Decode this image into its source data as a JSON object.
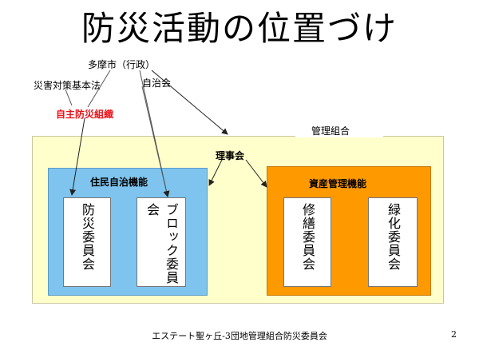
{
  "title": "防災活動の位置づけ",
  "labels": {
    "tama_city": "多摩市（行政）",
    "saigai_law": "災害対策基本法",
    "jichikai": "自治会",
    "jishu_bousai": "自主防災組織",
    "kanri_kumiai": "管理組合",
    "rijikai": "理事会"
  },
  "groups": {
    "resident": {
      "label": "住民自治機能",
      "boxes": [
        "防災委員会",
        "ブロック委員会"
      ]
    },
    "asset": {
      "label": "資産管理機能",
      "boxes": [
        "修繕委員会",
        "緑化委員会"
      ]
    }
  },
  "footer": "エステート聖ヶ丘-3団地管理組合防災委員会",
  "page_number": "2",
  "colors": {
    "outer": "#ffffcc",
    "resident_group": "#7ec4ee",
    "asset_group": "#ff9900",
    "highlight_text": "#e8141c"
  }
}
